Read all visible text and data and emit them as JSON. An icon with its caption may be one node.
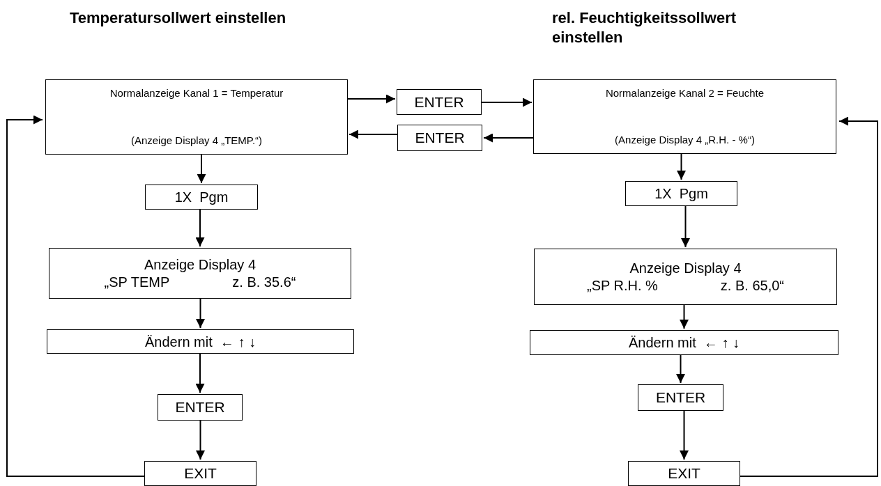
{
  "diagram": {
    "nodes": [
      {
        "text": [
          "Normalanzeige Kanal 1 = Temperatur",
          "(Anzeige Display 4 „TEMP.“)"
        ]
      },
      {
        "text": [
          "ENTER"
        ]
      },
      {
        "text": [
          "ENTER"
        ]
      },
      {
        "text": [
          "Normalanzeige Kanal 2 = Feuchte",
          "(Anzeige Display 4 „R.H. - %“)"
        ]
      },
      {
        "text": [
          "1X  Pgm"
        ]
      },
      {
        "text": [
          "Anzeige Display 4",
          "„SP TEMP",
          "z. B. 35.6“"
        ]
      },
      {
        "text": [
          "Ändern mit  ← ↑ ↓"
        ]
      },
      {
        "text": [
          "ENTER"
        ]
      },
      {
        "text": [
          "EXIT"
        ]
      },
      {
        "text": [
          "1X  Pgm"
        ]
      },
      {
        "text": [
          "Anzeige Display 4",
          "„SP R.H. %",
          "z. B. 65,0“"
        ]
      },
      {
        "text": [
          "Ändern mit  ← ↑ ↓"
        ]
      },
      {
        "text": [
          "ENTER"
        ]
      },
      {
        "text": [
          "EXIT"
        ]
      }
    ],
    "edges": [
      {
        "from": 0,
        "to": 1,
        "arrow": "to"
      },
      {
        "from": 1,
        "to": 3,
        "arrow": "to"
      },
      {
        "from": 3,
        "to": 2,
        "arrow": "to"
      },
      {
        "from": 2,
        "to": 0,
        "arrow": "to"
      },
      {
        "from": 0,
        "to": 4,
        "arrow": "to"
      },
      {
        "from": 4,
        "to": 5,
        "arrow": "to"
      },
      {
        "from": 5,
        "to": 6,
        "arrow": "to"
      },
      {
        "from": 6,
        "to": 7,
        "arrow": "to"
      },
      {
        "from": 7,
        "to": 8,
        "arrow": "to"
      },
      {
        "from": 8,
        "to": 0,
        "arrow": "to"
      },
      {
        "from": 3,
        "to": 9,
        "arrow": "to"
      },
      {
        "from": 9,
        "to": 10,
        "arrow": "to"
      },
      {
        "from": 10,
        "to": 11,
        "arrow": "to"
      },
      {
        "from": 11,
        "to": 12,
        "arrow": "to"
      },
      {
        "from": 12,
        "to": 13,
        "arrow": "to"
      },
      {
        "from": 13,
        "to": 3,
        "arrow": "to"
      }
    ],
    "labels": [
      "Temperatursollwert einstellen",
      "rel. Feuchtigkeitssollwert einstellen"
    ]
  }
}
